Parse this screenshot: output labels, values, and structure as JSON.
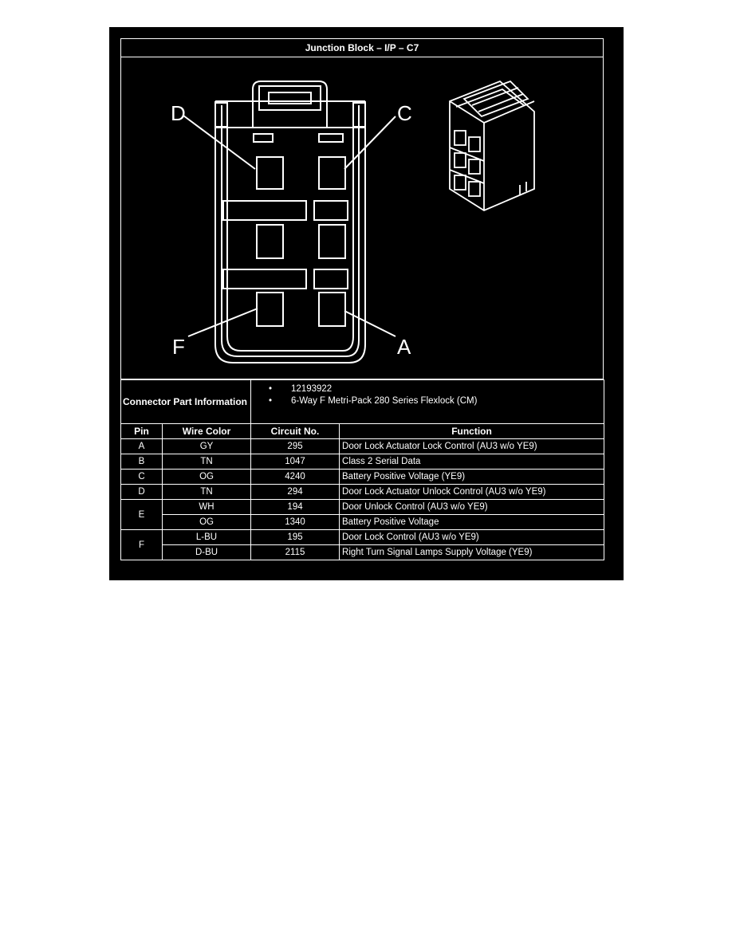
{
  "title": "Junction Block – I/P – C7",
  "diagram": {
    "pin_labels": [
      "D",
      "C",
      "F",
      "A"
    ],
    "colors": {
      "background": "#000000",
      "lines": "#ffffff"
    }
  },
  "part_info": {
    "label": "Connector Part Information",
    "items": [
      "12193922",
      "6-Way F Metri-Pack 280 Series Flexlock (CM)"
    ]
  },
  "table": {
    "headers": [
      "Pin",
      "Wire Color",
      "Circuit No.",
      "Function"
    ],
    "rows": [
      {
        "pin": "A",
        "color": "GY",
        "circuit": "295",
        "function": "Door Lock Actuator Lock Control (AU3 w/o YE9)"
      },
      {
        "pin": "B",
        "color": "TN",
        "circuit": "1047",
        "function": "Class 2 Serial Data"
      },
      {
        "pin": "C",
        "color": "OG",
        "circuit": "4240",
        "function": "Battery Positive Voltage (YE9)"
      },
      {
        "pin": "D",
        "color": "TN",
        "circuit": "294",
        "function": "Door Lock Actuator Unlock Control (AU3 w/o YE9)"
      },
      {
        "pin": "E",
        "color": "WH",
        "circuit": "194",
        "function": "Door Unlock Control (AU3 w/o YE9)"
      },
      {
        "pin": "",
        "color": "OG",
        "circuit": "1340",
        "function": "Battery Positive Voltage"
      },
      {
        "pin": "F",
        "color": "L-BU",
        "circuit": "195",
        "function": "Door Lock Control (AU3 w/o YE9)"
      },
      {
        "pin": "",
        "color": "D-BU",
        "circuit": "2115",
        "function": "Right Turn Signal Lamps Supply Voltage (YE9)"
      }
    ]
  }
}
